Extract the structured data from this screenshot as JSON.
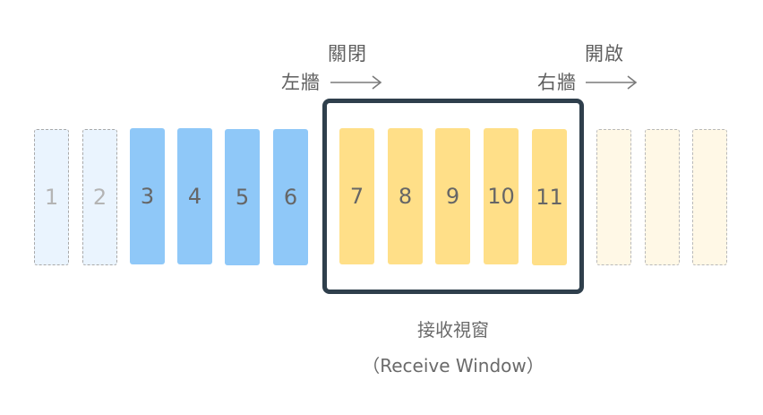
{
  "boxes": {
    "b1": "1",
    "b2": "2",
    "b3": "3",
    "b4": "4",
    "b5": "5",
    "b6": "6",
    "b7": "7",
    "b8": "8",
    "b9": "9",
    "b10": "10",
    "b11": "11"
  },
  "left_wall": {
    "state": "關閉",
    "name": "左牆"
  },
  "right_wall": {
    "state": "開啟",
    "name": "右牆"
  },
  "caption": {
    "title": "接收視窗",
    "subtitle": "（Receive Window）"
  },
  "colors": {
    "acknowledged": "#eaf4fe",
    "sent": "#8fc8f8",
    "receive_window": "#ffdf88",
    "future": "#fff8e6",
    "frame": "#2f3f4c"
  }
}
